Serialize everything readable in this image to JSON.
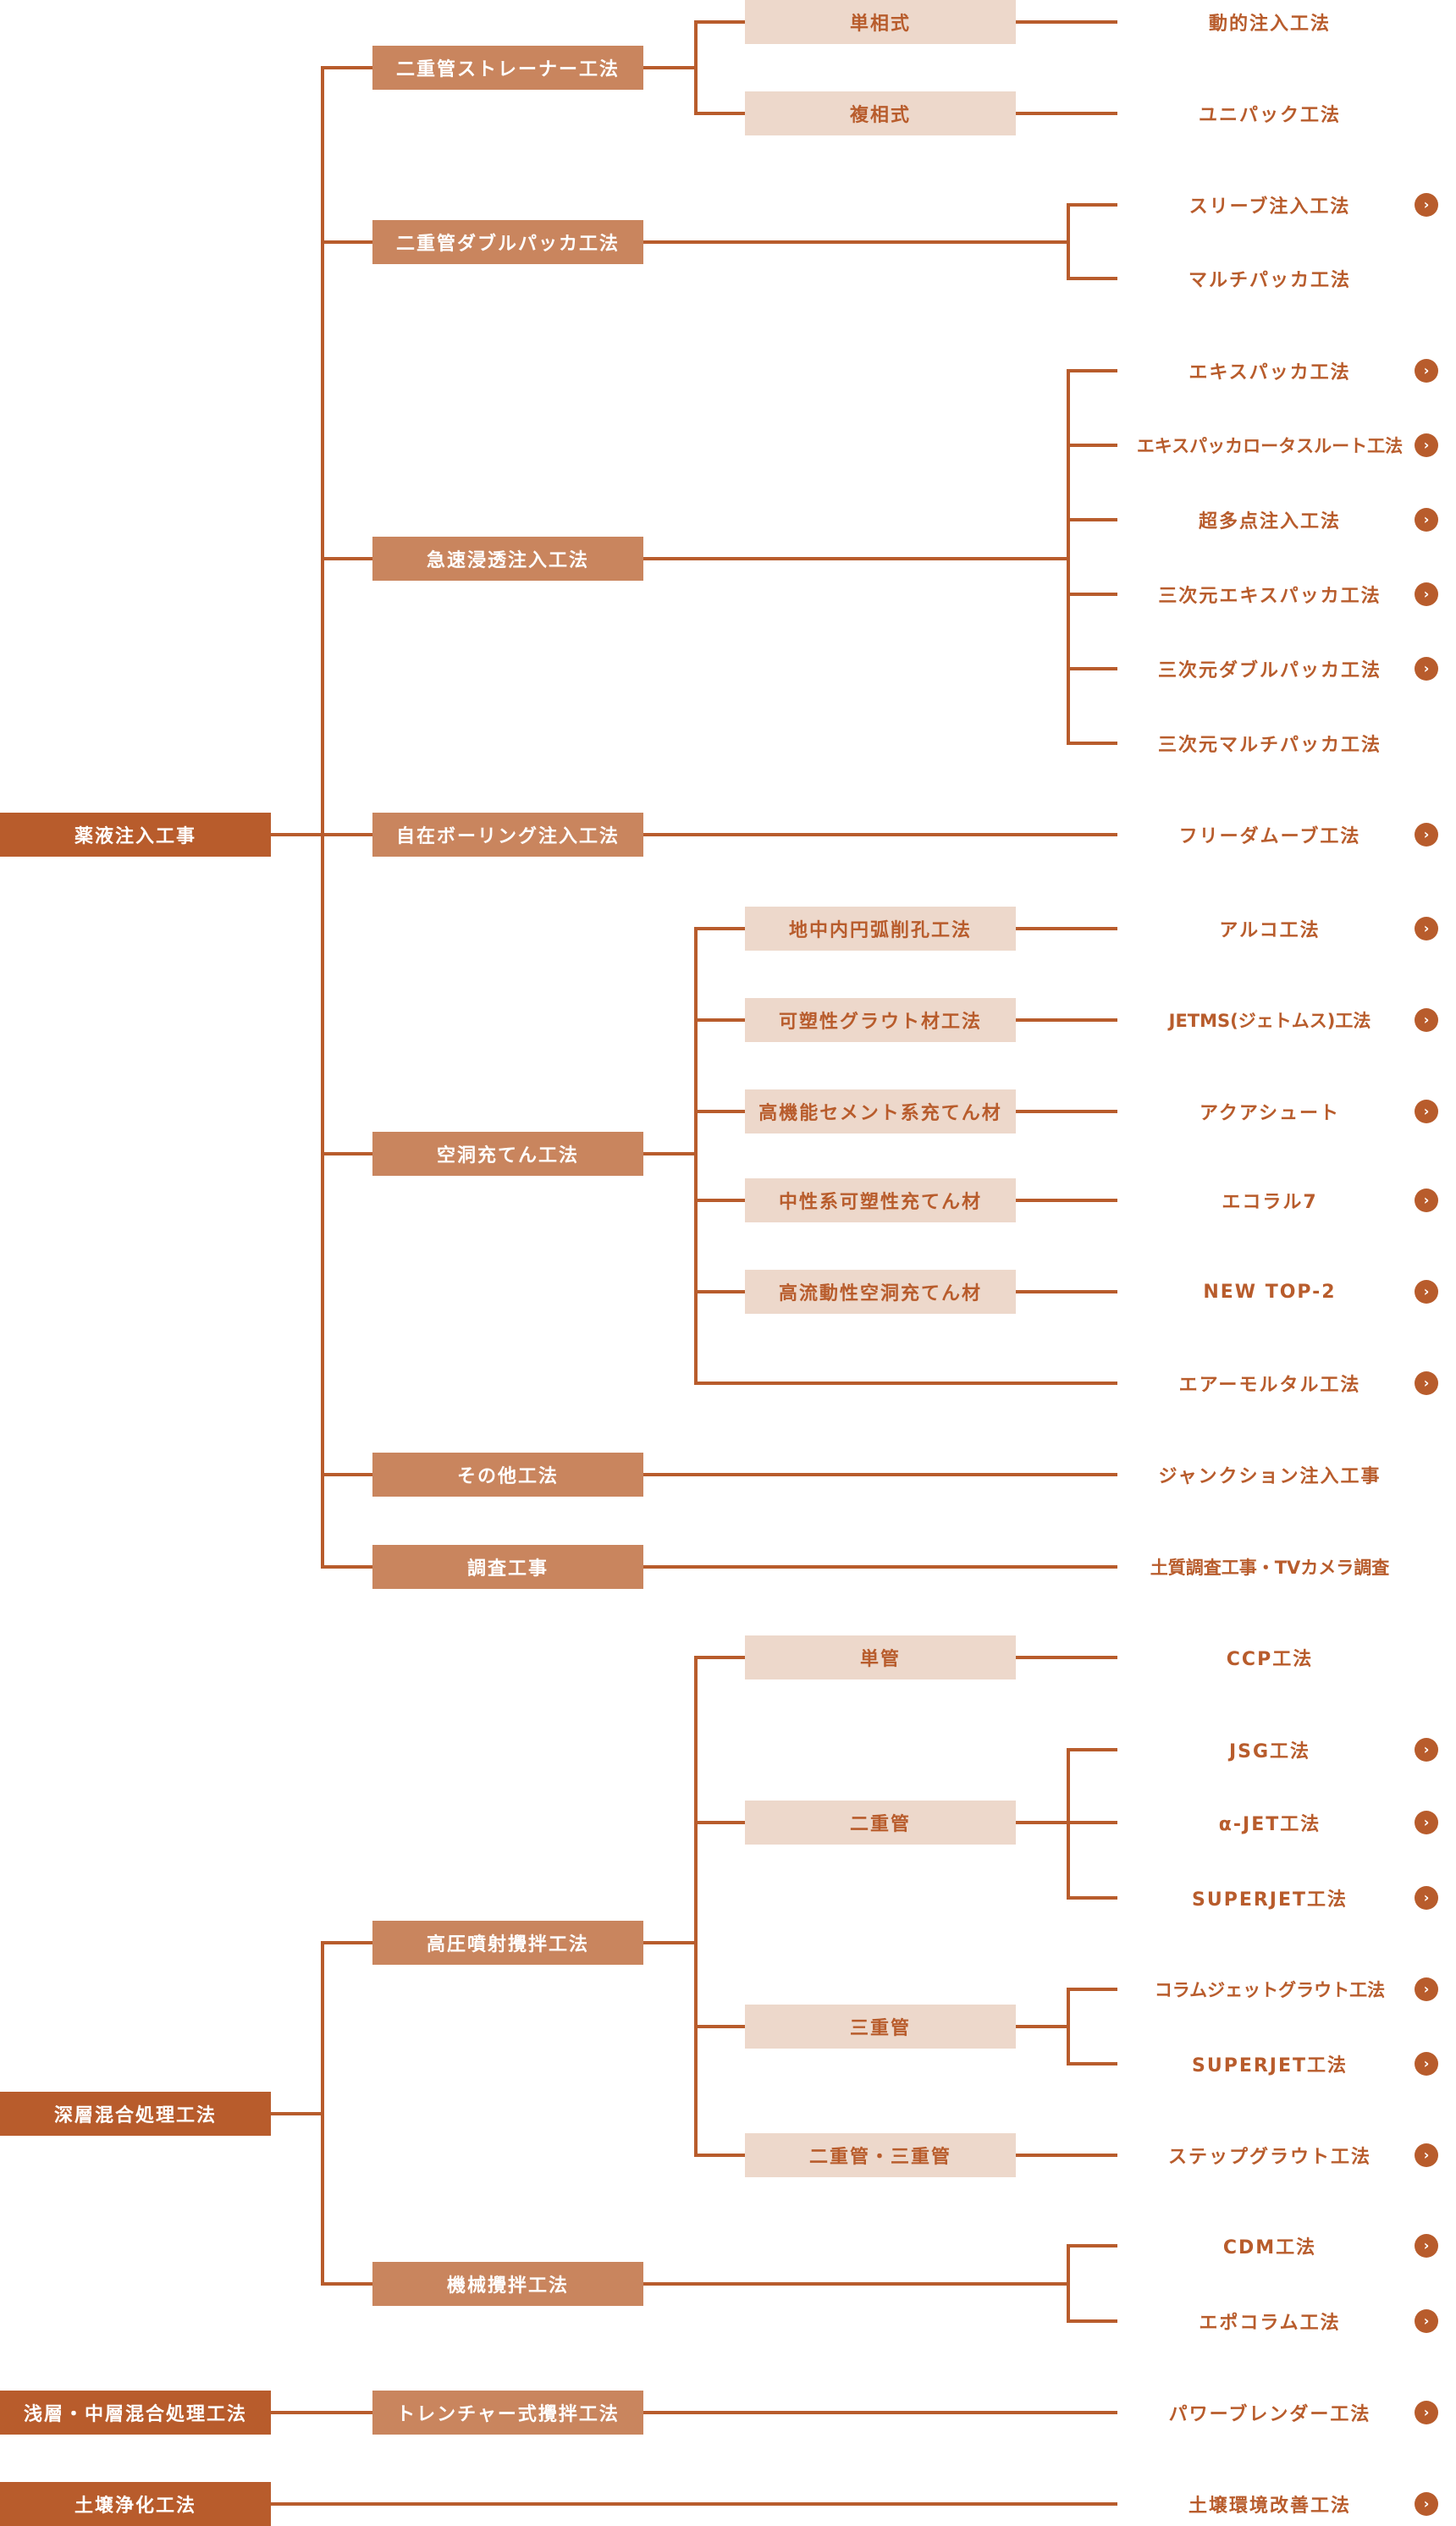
{
  "colors": {
    "root_bg": "#B85C2C",
    "category_bg": "#C9855E",
    "subtype_bg": "#EDD8CB",
    "line": "#B85C2C",
    "leaf_text": "#B85C2C"
  },
  "arrow_glyph": "›",
  "tree": [
    {
      "label": "薬液注入工事",
      "children": [
        {
          "label": "二重管ストレーナー工法",
          "children": [
            {
              "label": "単相式",
              "leaves": [
                {
                  "label": "動的注入工法",
                  "link": false
                }
              ]
            },
            {
              "label": "複相式",
              "leaves": [
                {
                  "label": "ユニパック工法",
                  "link": false
                }
              ]
            }
          ]
        },
        {
          "label": "二重管ダブルパッカ工法",
          "leaves": [
            {
              "label": "スリーブ注入工法",
              "link": true
            },
            {
              "label": "マルチパッカ工法",
              "link": false
            }
          ]
        },
        {
          "label": "急速浸透注入工法",
          "leaves": [
            {
              "label": "エキスパッカ工法",
              "link": true
            },
            {
              "label": "エキスパッカロータスルート工法",
              "link": true
            },
            {
              "label": "超多点注入工法",
              "link": true
            },
            {
              "label": "三次元エキスパッカ工法",
              "link": true
            },
            {
              "label": "三次元ダブルパッカ工法",
              "link": true
            },
            {
              "label": "三次元マルチパッカ工法",
              "link": false
            }
          ]
        },
        {
          "label": "自在ボーリング注入工法",
          "leaves": [
            {
              "label": "フリーダムーブ工法",
              "link": true
            }
          ]
        },
        {
          "label": "空洞充てん工法",
          "children": [
            {
              "label": "地中内円弧削孔工法",
              "leaves": [
                {
                  "label": "アルコ工法",
                  "link": true
                }
              ]
            },
            {
              "label": "可塑性グラウト材工法",
              "leaves": [
                {
                  "label": "JETMS(ジェトムス)工法",
                  "link": true
                }
              ]
            },
            {
              "label": "高機能セメント系充てん材",
              "leaves": [
                {
                  "label": "アクアシュート",
                  "link": true
                }
              ]
            },
            {
              "label": "中性系可塑性充てん材",
              "leaves": [
                {
                  "label": "エコラル7",
                  "link": true
                }
              ]
            },
            {
              "label": "高流動性空洞充てん材",
              "leaves": [
                {
                  "label": "NEW TOP-2",
                  "link": true
                }
              ]
            },
            {
              "label": null,
              "leaves": [
                {
                  "label": "エアーモルタル工法",
                  "link": true
                }
              ]
            }
          ]
        },
        {
          "label": "その他工法",
          "leaves": [
            {
              "label": "ジャンクション注入工事",
              "link": false
            }
          ]
        },
        {
          "label": "調査工事",
          "leaves": [
            {
              "label": "土質調査工事・TVカメラ調査",
              "link": false
            }
          ]
        }
      ]
    },
    {
      "label": "深層混合処理工法",
      "children": [
        {
          "label": "高圧噴射攪拌工法",
          "children": [
            {
              "label": "単管",
              "leaves": [
                {
                  "label": "CCP工法",
                  "link": false
                }
              ]
            },
            {
              "label": "二重管",
              "leaves": [
                {
                  "label": "JSG工法",
                  "link": true
                },
                {
                  "label": "α-JET工法",
                  "link": true
                },
                {
                  "label": "SUPERJET工法",
                  "link": true
                }
              ]
            },
            {
              "label": "三重管",
              "leaves": [
                {
                  "label": "コラムジェットグラウト工法",
                  "link": true
                },
                {
                  "label": "SUPERJET工法",
                  "link": true
                }
              ]
            },
            {
              "label": "二重管・三重管",
              "leaves": [
                {
                  "label": "ステップグラウト工法",
                  "link": true
                }
              ]
            }
          ]
        },
        {
          "label": "機械攪拌工法",
          "leaves": [
            {
              "label": "CDM工法",
              "link": true
            },
            {
              "label": "エポコラム工法",
              "link": true
            }
          ]
        }
      ]
    },
    {
      "label": "浅層・中層混合処理工法",
      "children": [
        {
          "label": "トレンチャー式攪拌工法",
          "leaves": [
            {
              "label": "パワーブレンダー工法",
              "link": true
            }
          ]
        }
      ]
    },
    {
      "label": "土壌浄化工法",
      "leaves": [
        {
          "label": "土壌環境改善工法",
          "link": true
        }
      ]
    }
  ]
}
